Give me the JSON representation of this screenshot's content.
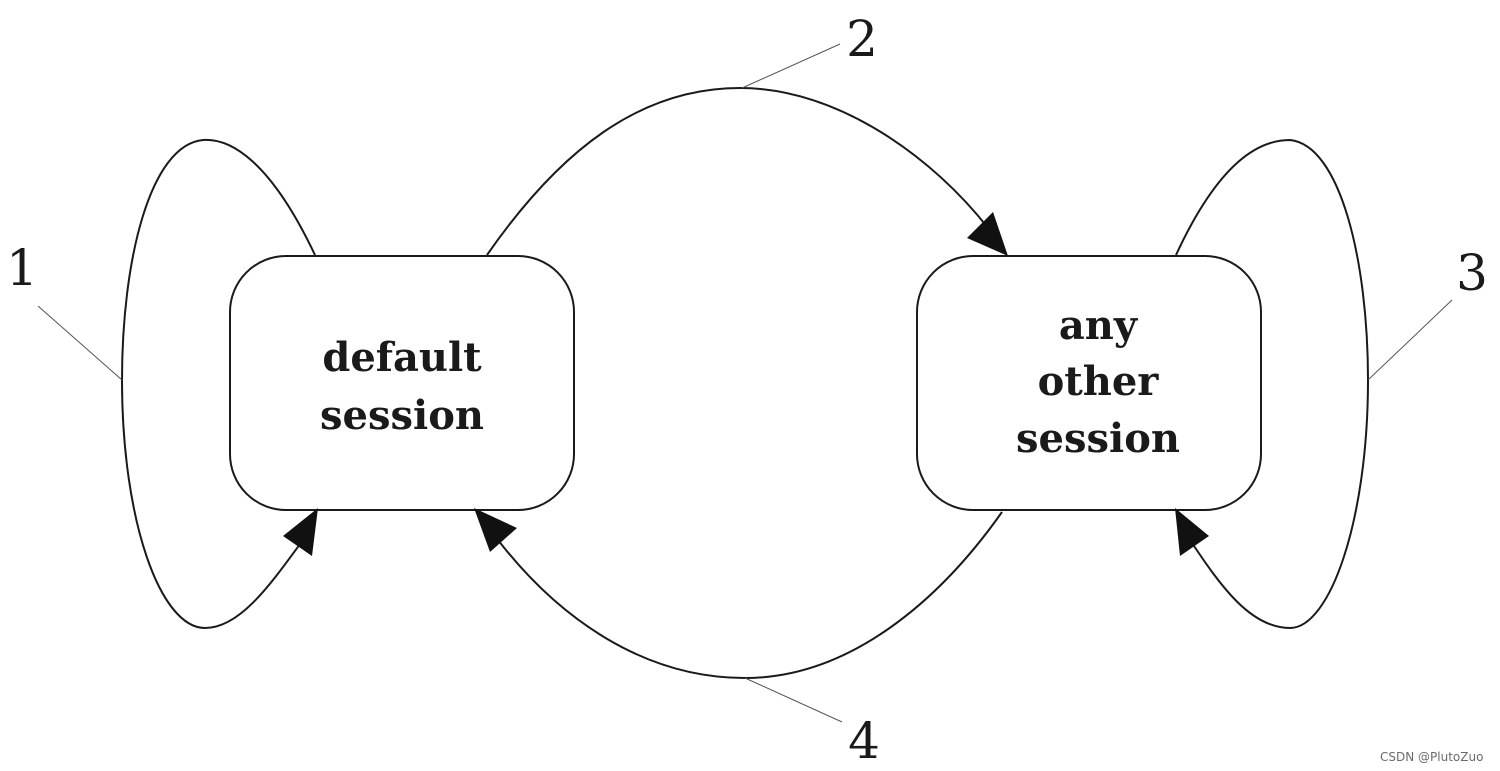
{
  "nodes": {
    "default": {
      "lines": [
        "default",
        "session"
      ]
    },
    "other": {
      "lines": [
        "any",
        "other",
        "session"
      ]
    }
  },
  "callouts": [
    "1",
    "2",
    "3",
    "4"
  ],
  "watermark": "CSDN @PlutoZuo"
}
